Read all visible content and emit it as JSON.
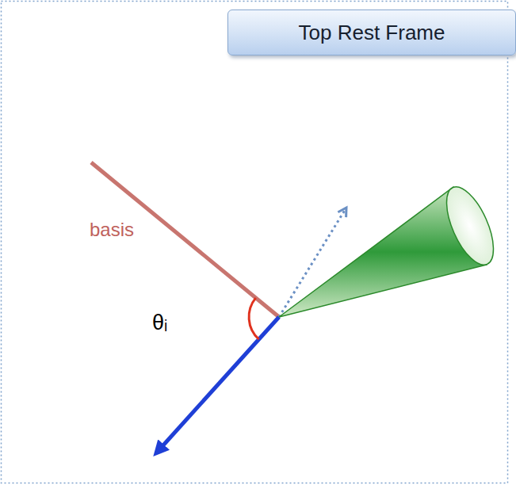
{
  "diagram": {
    "nodes": [
      {
        "text": [
          "Top Rest Frame"
        ]
      }
    ],
    "labels": [
      "basis",
      "θᵢ"
    ]
  }
}
